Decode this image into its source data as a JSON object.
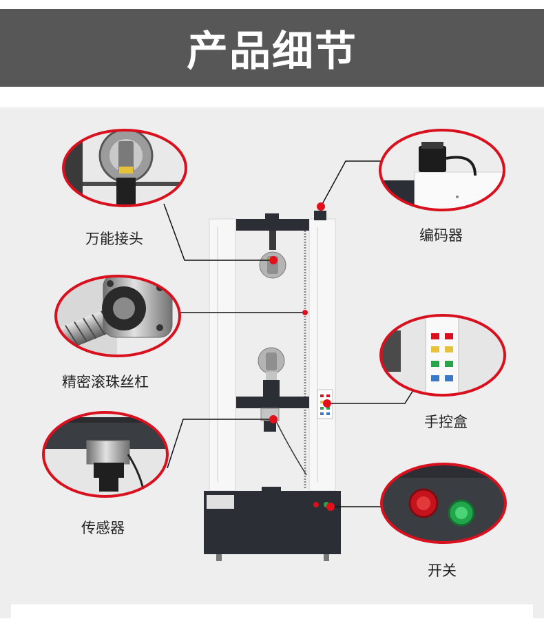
{
  "header": {
    "title": "产品细节"
  },
  "callouts": {
    "universal_joint": "万能接头",
    "ball_screw": "精密滚珠丝杠",
    "sensor": "传感器",
    "encoder": "编码器",
    "hand_control_box": "手控盒",
    "switch": "开关"
  },
  "colors": {
    "banner": "#575757",
    "panel": "#eeeeee",
    "callout_ring": "#d9101e",
    "machine_frame": "#2b2f35",
    "column": "#f7f7f7"
  }
}
